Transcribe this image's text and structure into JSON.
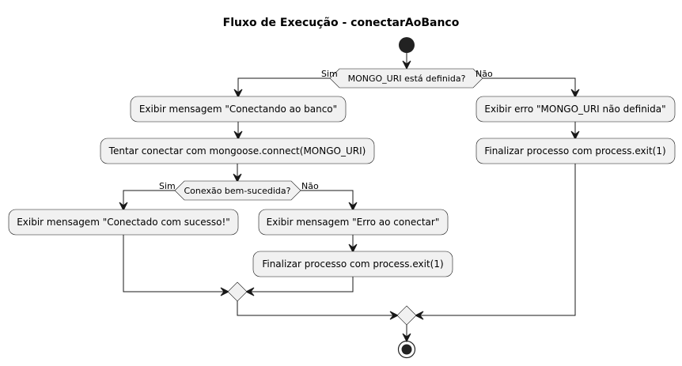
{
  "diagram": {
    "title": "Fluxo de Execução - conectarAoBanco",
    "decisions": {
      "mongo_uri": "MONGO_URI está definida?",
      "connection": "Conexão bem-sucedida?"
    },
    "branches": {
      "mongo_uri_yes": "Sim",
      "mongo_uri_no": "Não",
      "connection_yes": "Sim",
      "connection_no": "Não"
    },
    "actions": {
      "show_connecting": "Exibir mensagem \"Conectando ao banco\"",
      "try_connect": "Tentar conectar com mongoose.connect(MONGO_URI)",
      "show_connected": "Exibir mensagem \"Conectado com sucesso!\"",
      "show_connect_error": "Exibir mensagem \"Erro ao conectar\"",
      "exit_connection_error": "Finalizar processo com process.exit(1)",
      "show_uri_error": "Exibir erro \"MONGO_URI não definida\"",
      "exit_uri_error": "Finalizar processo com process.exit(1)"
    }
  }
}
